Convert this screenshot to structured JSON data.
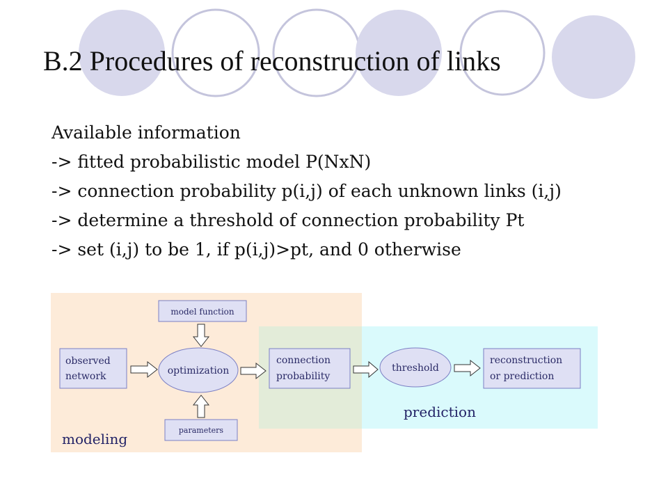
{
  "title": "B.2 Procedures of reconstruction of links",
  "bullets": [
    "Available information",
    "-> fitted probabilistic model P(NxN)",
    "-> connection probability p(i,j) of each unknown links (i,j)",
    "-> determine a threshold of connection probability Pt",
    "-> set (i,j) to be 1, if p(i,j)>pt, and 0 otherwise"
  ],
  "diagram": {
    "model_function": "model function",
    "observed_network": [
      "observed",
      "network"
    ],
    "optimization": "optimization",
    "parameters": "parameters",
    "connection_probability": [
      "connection",
      "probability"
    ],
    "threshold": "threshold",
    "reconstruction": [
      "reconstruction",
      "or prediction"
    ],
    "modeling_label": "modeling",
    "prediction_label": "prediction"
  },
  "colors": {
    "circle_fill": "#d8d8ec",
    "circle_stroke": "#c4c4dc",
    "modeling_region": "#fdebd9",
    "prediction_region": "#dafafc",
    "overlap_region": "#e3ecd9",
    "box_stroke": "#7b7fc4",
    "box_fill": "#dfe0f4"
  }
}
